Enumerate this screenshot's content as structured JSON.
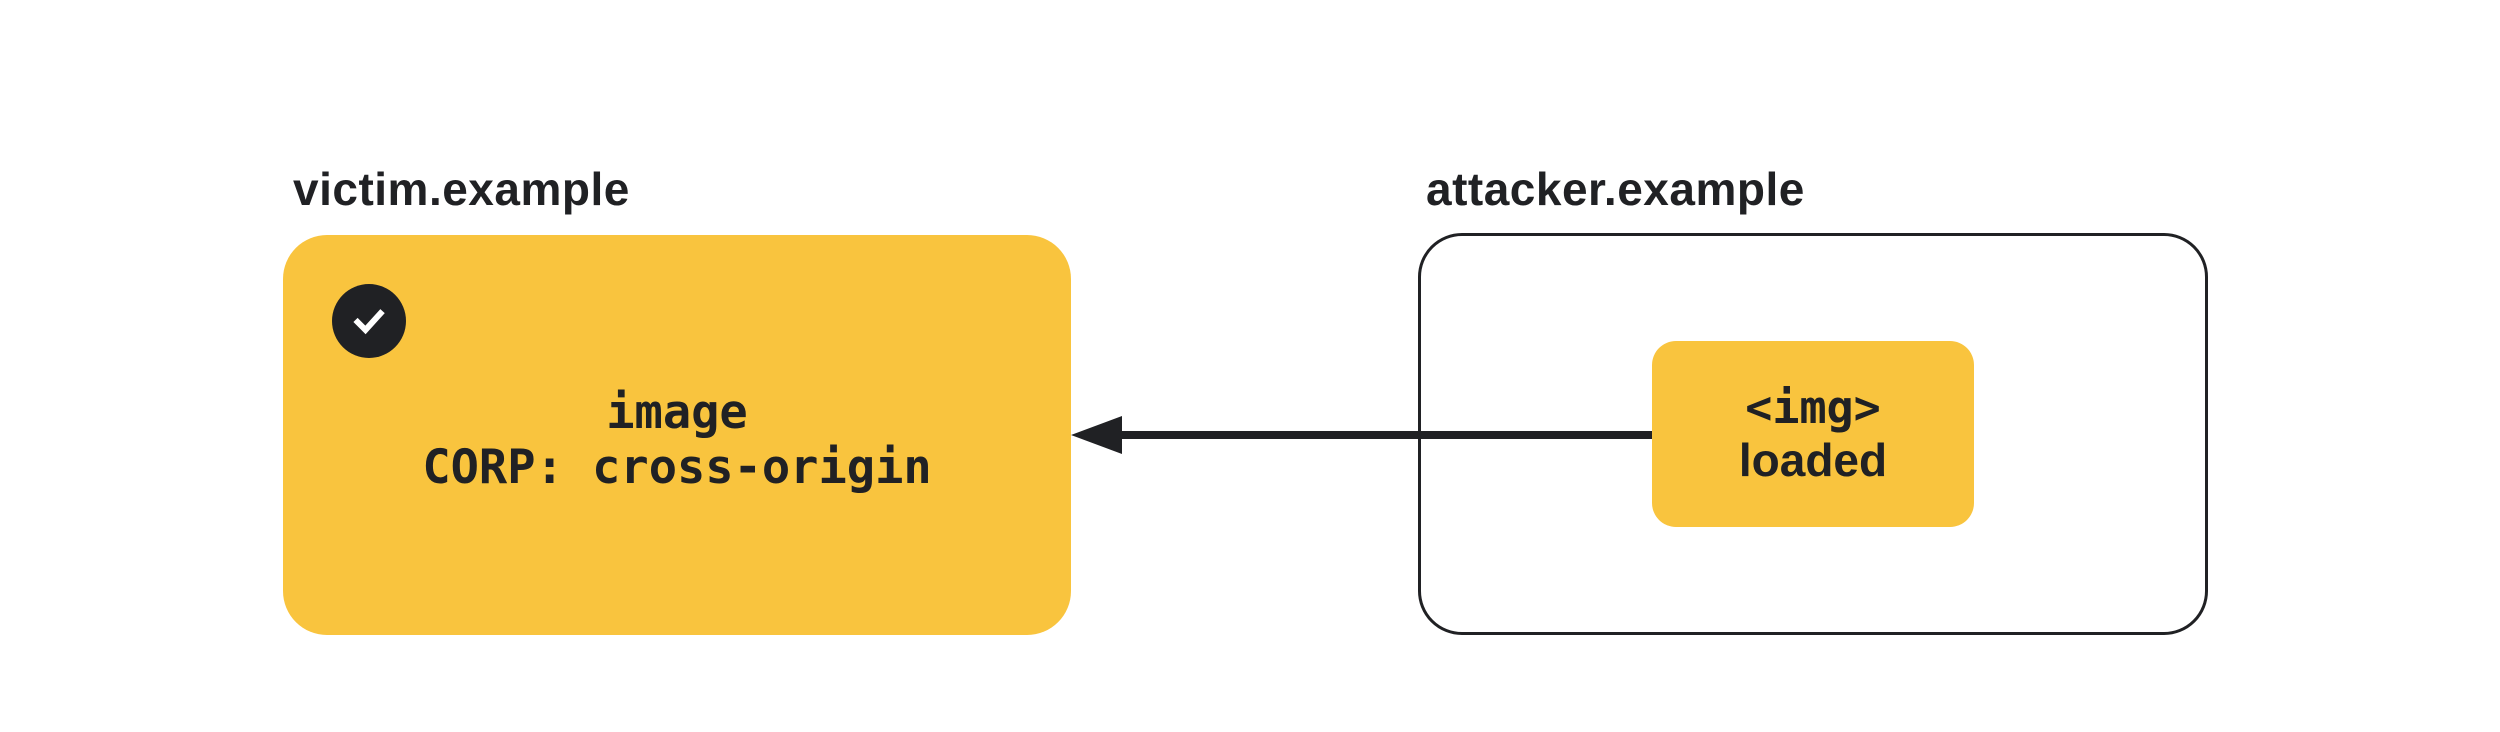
{
  "victim": {
    "label": "victim.example",
    "status_icon": "check-icon",
    "resource_line1": "image",
    "resource_line2": "CORP: cross-origin"
  },
  "attacker": {
    "label": "attacker.example",
    "chip_line1": "<img>",
    "chip_line2": "loaded"
  },
  "arrow": {
    "direction": "right-to-left",
    "from": "attacker-img-loaded-chip",
    "to": "victim-resource-card"
  },
  "colors": {
    "highlight_yellow": "#F9C43E",
    "ink_dark": "#202124",
    "background": "#FFFFFF"
  }
}
